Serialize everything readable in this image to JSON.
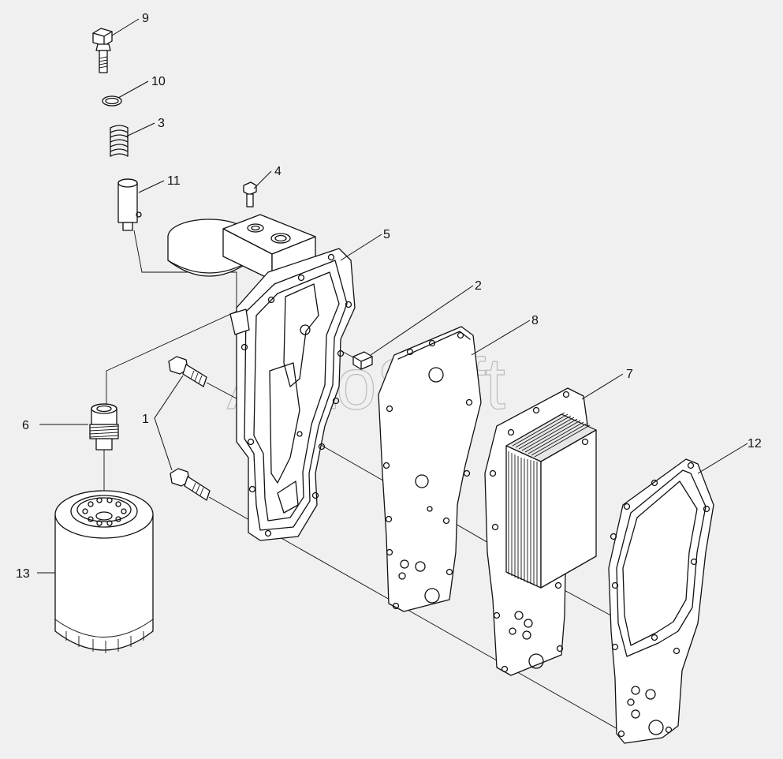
{
  "watermark": "AutoSoft",
  "callouts": [
    {
      "id": "c9",
      "label": "9"
    },
    {
      "id": "c10",
      "label": "10"
    },
    {
      "id": "c3",
      "label": "3"
    },
    {
      "id": "c11",
      "label": "11"
    },
    {
      "id": "c4",
      "label": "4"
    },
    {
      "id": "c5",
      "label": "5"
    },
    {
      "id": "c2",
      "label": "2"
    },
    {
      "id": "c8",
      "label": "8"
    },
    {
      "id": "c7",
      "label": "7"
    },
    {
      "id": "c12",
      "label": "12"
    },
    {
      "id": "c1",
      "label": "1"
    },
    {
      "id": "c6",
      "label": "6"
    },
    {
      "id": "c13",
      "label": "13"
    }
  ]
}
